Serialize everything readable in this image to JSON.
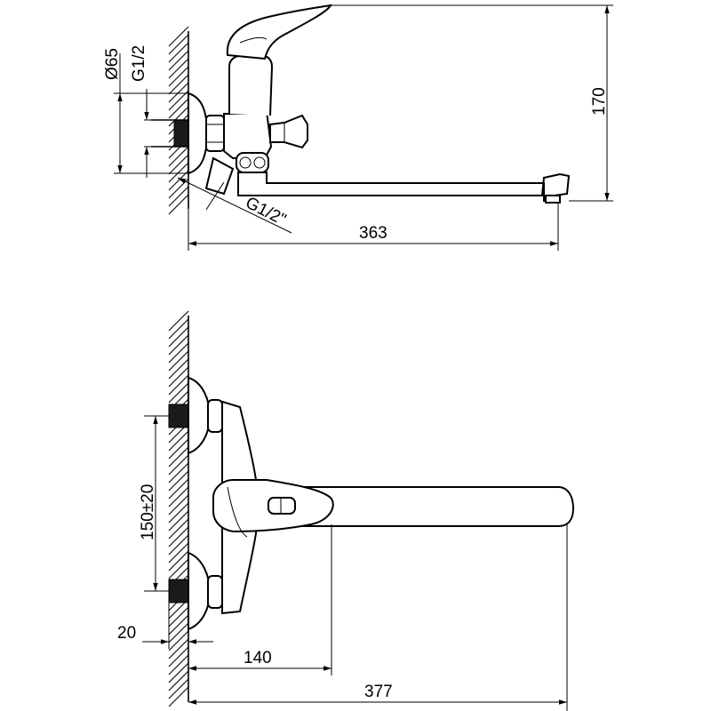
{
  "side_view": {
    "dim_pipe_diameter": "Ø65",
    "dim_thread": "G1/2",
    "dim_outlet_thread": "G1/2\"",
    "dim_height": "170",
    "dim_spout_reach": "363"
  },
  "front_view": {
    "dim_center_distance": "150±20",
    "dim_wall_offset": "20",
    "dim_handle_offset": "140",
    "dim_total_length": "377"
  }
}
